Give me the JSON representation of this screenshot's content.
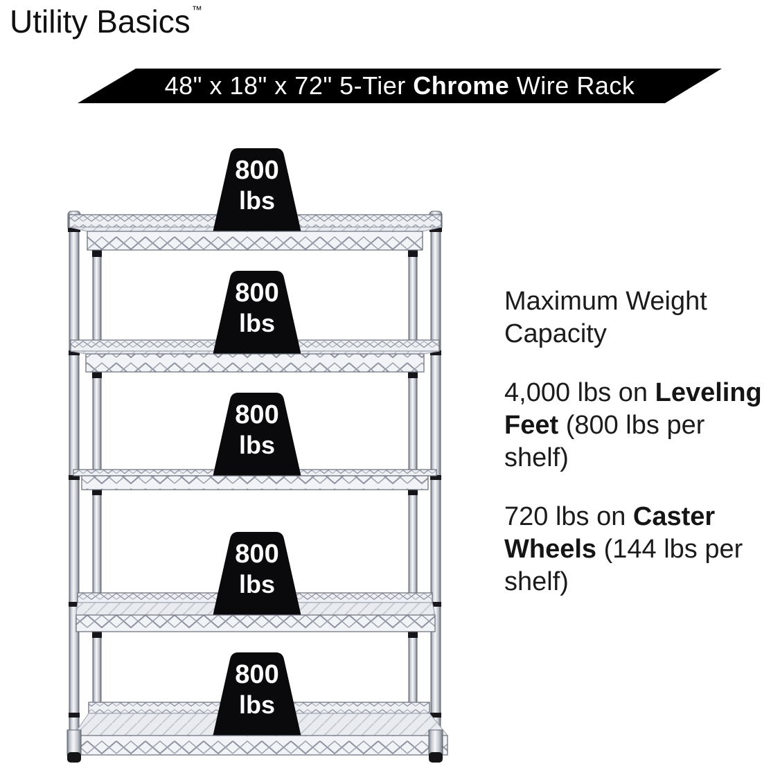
{
  "brand": {
    "name": "Utility Basics",
    "trademark": "™"
  },
  "banner": {
    "background": "#000000",
    "text_color": "#ffffff",
    "segments": [
      {
        "text": "48\" x 18\" x 72\" 5-Tier ",
        "bold": false
      },
      {
        "text": "Chrome",
        "bold": true
      },
      {
        "text": " Wire Rack",
        "bold": false
      }
    ]
  },
  "rack": {
    "tiers": 5,
    "finish": "chrome",
    "weight_tag_color": "#0a0a0c",
    "weights": [
      {
        "value": "800",
        "unit": "lbs"
      },
      {
        "value": "800",
        "unit": "lbs"
      },
      {
        "value": "800",
        "unit": "lbs"
      },
      {
        "value": "800",
        "unit": "lbs"
      },
      {
        "value": "800",
        "unit": "lbs"
      }
    ]
  },
  "specs": {
    "text_color": "#1b1b1b",
    "paragraphs": [
      {
        "lines": [
          [
            {
              "text": "Maximum Weight",
              "bold": false
            }
          ],
          [
            {
              "text": "Capacity",
              "bold": false
            }
          ]
        ]
      },
      {
        "lines": [
          [
            {
              "text": "4,000 lbs on ",
              "bold": false
            },
            {
              "text": "Leveling",
              "bold": true
            }
          ],
          [
            {
              "text": "Feet",
              "bold": true
            },
            {
              "text": " (800 lbs per",
              "bold": false
            }
          ],
          [
            {
              "text": "shelf)",
              "bold": false
            }
          ]
        ]
      },
      {
        "lines": [
          [
            {
              "text": "720 lbs on ",
              "bold": false
            },
            {
              "text": "Caster",
              "bold": true
            }
          ],
          [
            {
              "text": "Wheels",
              "bold": true
            },
            {
              "text": " (144 lbs per",
              "bold": false
            }
          ],
          [
            {
              "text": "shelf)",
              "bold": false
            }
          ]
        ]
      }
    ]
  }
}
